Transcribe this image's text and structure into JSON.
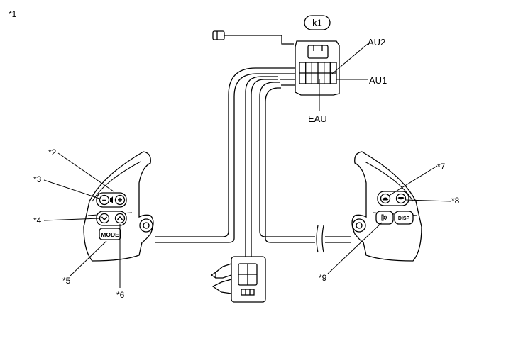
{
  "figure_id": "*1",
  "connector_code": "k1",
  "terminals": {
    "au2": "AU2",
    "au1": "AU1",
    "eau": "EAU"
  },
  "callouts": {
    "c2": "*2",
    "c3": "*3",
    "c4": "*4",
    "c5": "*5",
    "c6": "*6",
    "c7": "*7",
    "c8": "*8",
    "c9": "*9"
  },
  "left_switch": {
    "mode_label": "MODE",
    "plus_symbol": "+",
    "minus_symbol": "−"
  },
  "right_switch": {
    "disp_label": "DISP"
  },
  "colors": {
    "line": "#000000",
    "background": "#ffffff"
  }
}
